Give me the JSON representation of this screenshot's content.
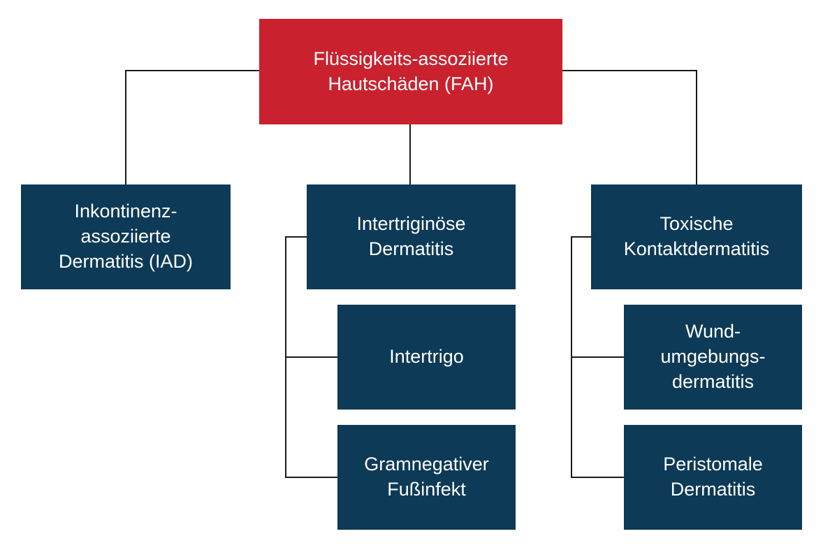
{
  "diagram": {
    "title": "Flüssigkeits-assoziierte Hautschäden (FAH)",
    "root": {
      "id": "fah",
      "label": "Flüssigkeits-assoziierte\nHautschäden (FAH)"
    },
    "children": [
      {
        "id": "iad",
        "label": "Inkontinenz-\nassoziierte\nDermatitis (IAD)",
        "children": []
      },
      {
        "id": "intertriginoese-dermatitis",
        "label": "Intertriginöse\nDermatitis",
        "children": [
          {
            "id": "intertrigo",
            "label": "Intertrigo"
          },
          {
            "id": "gramnegativer-fussinfekt",
            "label": "Gramnegativer\nFußinfekt"
          }
        ]
      },
      {
        "id": "toxische-kontaktdermatitis",
        "label": "Toxische\nKontaktdermatitis",
        "children": [
          {
            "id": "wundumgebungsdermatitis",
            "label": "Wund-\numgebungs-\ndermatitis"
          },
          {
            "id": "peristomale-dermatitis",
            "label": "Peristomale\nDermatitis"
          }
        ]
      }
    ]
  },
  "colors": {
    "root_box": "#c9212e",
    "child_box": "#0d3a56",
    "connector": "#1a1a1a",
    "text": "#ffffff"
  }
}
